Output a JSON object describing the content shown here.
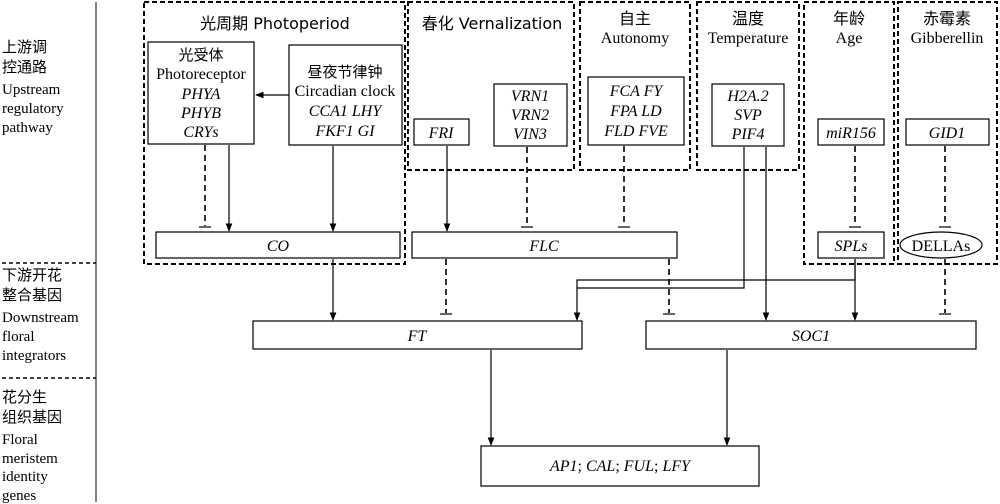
{
  "left_labels": {
    "upstream": [
      "上游调",
      "控通路",
      "Upstream",
      "regulatory",
      "pathway"
    ],
    "downstream": [
      "下游开花",
      "整合基因",
      "Downstream",
      "floral",
      "integrators"
    ],
    "floral": [
      "花分生",
      "组织基因",
      "Floral",
      "meristem",
      "identity",
      "genes"
    ]
  },
  "pathways": {
    "photoperiod": {
      "title": "光周期 Photoperiod"
    },
    "vernalization": {
      "title": "春化 Vernalization"
    },
    "autonomy": {
      "title_cn": "自主",
      "title_en": "Autonomy"
    },
    "temperature": {
      "title_cn": "温度",
      "title_en": "Temperature"
    },
    "age": {
      "title_cn": "年龄",
      "title_en": "Age"
    },
    "gibberellin": {
      "title_cn": "赤霉素",
      "title_en": "Gibberellin"
    }
  },
  "boxes": {
    "photoreceptor": [
      "光受体",
      "Photoreceptor",
      "PHYA",
      "PHYB",
      "CRYs"
    ],
    "circadian": [
      "昼夜节律钟",
      "Circadian clock",
      "CCA1 LHY",
      "FKF1 GI"
    ],
    "fri": "FRI",
    "vrn": [
      "VRN1",
      "VRN2",
      "VIN3"
    ],
    "autonomy_genes": [
      "FCA FY",
      "FPA LD",
      "FLD FVE"
    ],
    "temp_genes": [
      "H2A.2",
      "SVP",
      "PIF4"
    ],
    "mir156": "miR156",
    "gid1": "GID1",
    "co": "CO",
    "flc": "FLC",
    "spls": "SPLs",
    "dellas": "DELLAs",
    "ft": "FT",
    "soc1": "SOC1",
    "ap1_parts": [
      "AP1",
      "; ",
      "CAL",
      "; ",
      "FUL",
      "; ",
      "LFY"
    ]
  }
}
